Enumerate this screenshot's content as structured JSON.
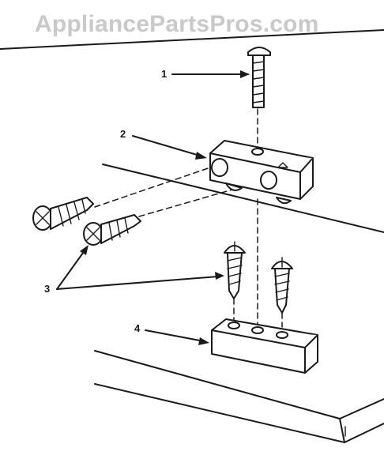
{
  "watermark": "AppliancePartsPros.com",
  "callouts": {
    "c1": "1",
    "c2": "2",
    "c3": "3",
    "c4": "4"
  },
  "icons": {
    "machine_screw": "machine-screw-icon",
    "hinge": "hinge-icon",
    "wood_screw": "wood-screw-icon",
    "block": "hinge-block-icon"
  }
}
